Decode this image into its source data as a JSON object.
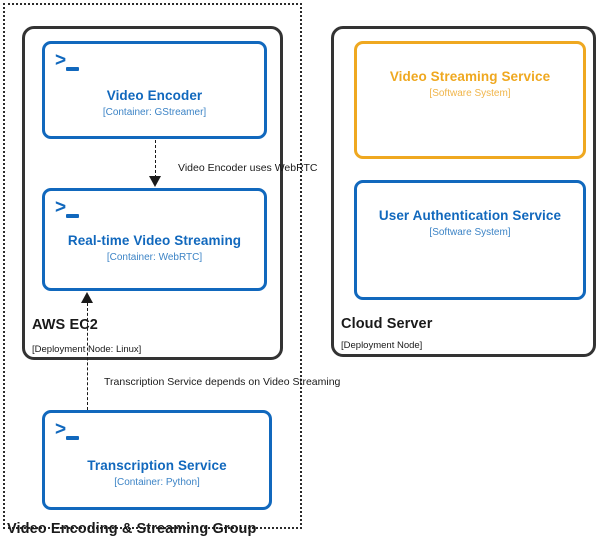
{
  "diagram": {
    "group": {
      "label": "Video Encoding & Streaming Group"
    },
    "nodes": [
      {
        "id": "aws-ec2",
        "title": "AWS EC2",
        "subtitle": "[Deployment Node: Linux]"
      },
      {
        "id": "cloud-server",
        "title": "Cloud Server",
        "subtitle": "[Deployment Node]"
      }
    ],
    "elements": [
      {
        "id": "video-encoder",
        "name": "Video Encoder",
        "tech": "[Container: GStreamer]",
        "kind": "container",
        "color": "#1168bd",
        "icon": "terminal-icon"
      },
      {
        "id": "realtime-video-streaming",
        "name": "Real-time Video Streaming",
        "tech": "[Container: WebRTC]",
        "kind": "container",
        "color": "#1168bd",
        "icon": "terminal-icon"
      },
      {
        "id": "transcription-service",
        "name": "Transcription Service",
        "tech": "[Container: Python]",
        "kind": "container",
        "color": "#1168bd",
        "icon": "terminal-icon"
      },
      {
        "id": "video-streaming-service",
        "name": "Video Streaming Service",
        "tech": "[Software System]",
        "kind": "software-system",
        "color": "#efa820",
        "icon": "none"
      },
      {
        "id": "user-authentication-service",
        "name": "User Authentication Service",
        "tech": "[Software System]",
        "kind": "software-system",
        "color": "#1168bd",
        "icon": "none"
      }
    ],
    "relationships": [
      {
        "id": "rel-encoder-webrtc",
        "label": "Video Encoder uses WebRTC",
        "from": "video-encoder",
        "to": "realtime-video-streaming",
        "direction": "down"
      },
      {
        "id": "rel-transcription-streaming",
        "label": "Transcription Service depends on Video Streaming",
        "from": "transcription-service",
        "to": "realtime-video-streaming",
        "direction": "up"
      }
    ],
    "colors": {
      "container_blue": "#1168bd",
      "system_orange": "#efa820",
      "node_border": "#333333",
      "boundary": "#2b2b2b",
      "text": "#1a1a1a"
    }
  }
}
